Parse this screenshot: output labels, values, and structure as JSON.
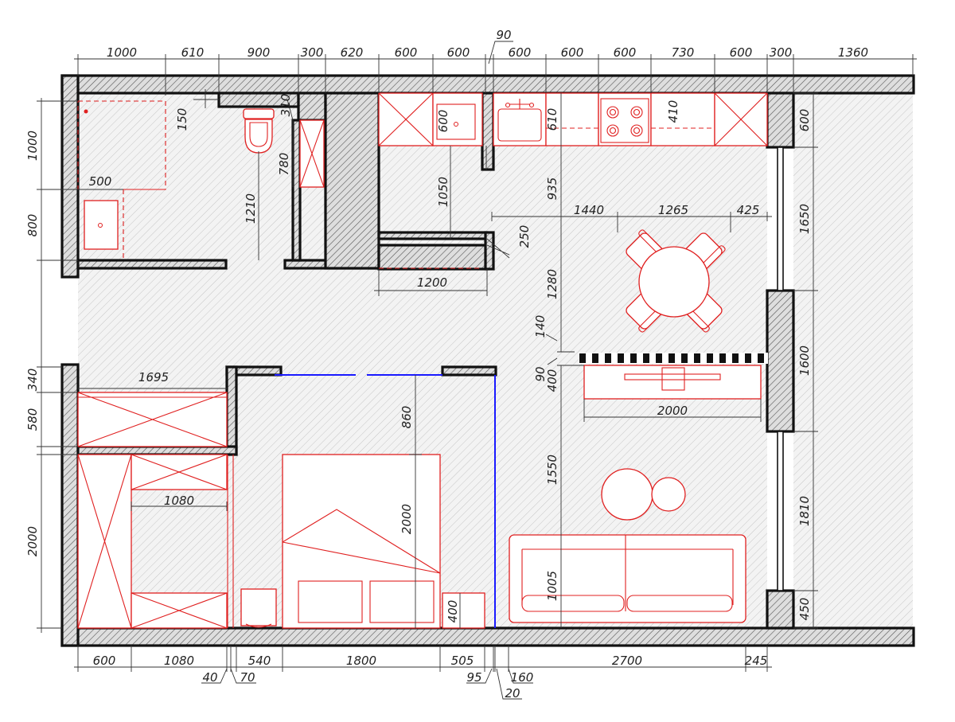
{
  "dimensions": {
    "top": [
      "1000",
      "610",
      "900",
      "300",
      "620",
      "600",
      "600",
      "90",
      "600",
      "600",
      "600",
      "730",
      "600",
      "300",
      "1360"
    ],
    "bottom": [
      "600",
      "1080",
      "540",
      "1800",
      "505",
      "2700",
      "245",
      "40",
      "70",
      "95",
      "20",
      "160"
    ],
    "left": [
      "1000",
      "800",
      "340",
      "580",
      "2000"
    ],
    "right": [
      "600",
      "1650",
      "1600",
      "1810",
      "450"
    ],
    "bathroom": [
      "150",
      "310",
      "780",
      "1210",
      "500"
    ],
    "kitchen": [
      "600",
      "610",
      "410",
      "935",
      "1050",
      "250",
      "1200"
    ],
    "dining": [
      "1440",
      "1265",
      "425",
      "1280",
      "140",
      "90",
      "400",
      "2000"
    ],
    "bedroom": [
      "1695",
      "1080",
      "860",
      "2000",
      "400"
    ],
    "living": [
      "1550",
      "1005"
    ]
  },
  "colors": {
    "walls": "#111111",
    "furniture": "#e02020",
    "glass_partition": "#1a1aff",
    "dimensions": "#222222"
  }
}
